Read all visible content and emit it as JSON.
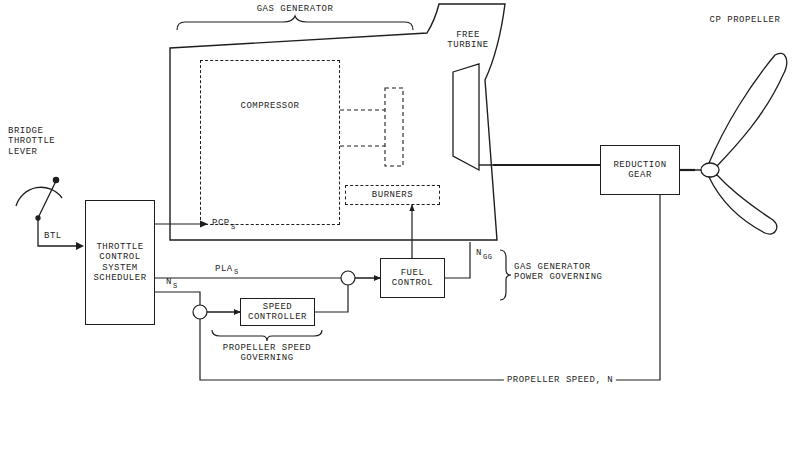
{
  "diagram": {
    "nodes": [
      {
        "text": [
          "THROTTLE CONTROL SYSTEM SCHEDULER"
        ]
      },
      {
        "text": [
          "SPEED CONTROLLER"
        ]
      },
      {
        "text": [
          "FUEL CONTROL"
        ]
      },
      {
        "text": [
          "GAS GENERATOR"
        ]
      },
      {
        "text": [
          "COMPRESSOR"
        ],
        "in": 3
      },
      {
        "text": [
          "BURNERS"
        ],
        "in": 3
      },
      {
        "text": [
          "FREE TURBINE"
        ],
        "in": 3
      },
      {
        "text": [
          "REDUCTION GEAR"
        ]
      },
      {
        "text": [
          "CP PROPELLER"
        ]
      }
    ],
    "edges": [
      {
        "from": 0,
        "to": 2,
        "arrow": "to"
      },
      {
        "from": 0,
        "to": 1,
        "arrow": "to"
      },
      {
        "from": 1,
        "to": 2,
        "arrow": "to"
      },
      {
        "from": 2,
        "to": 5,
        "arrow": "to"
      },
      {
        "from": 3,
        "to": 2,
        "arrow": "none"
      },
      {
        "from": 6,
        "to": 7,
        "arrow": "none"
      },
      {
        "from": 7,
        "to": 8,
        "arrow": "none"
      },
      {
        "from": 7,
        "to": 1,
        "label": "PROPELLER SPEED, N",
        "arrow": "to"
      }
    ],
    "labels": [
      "BRIDGE THROTTLE LEVER",
      "BTL",
      "PCP",
      "S",
      "PLA",
      "S",
      "N",
      "S",
      "N",
      "GG",
      "GAS GENERATOR POWER GOVERNING",
      "PROPELLER SPEED GOVERNING"
    ]
  }
}
